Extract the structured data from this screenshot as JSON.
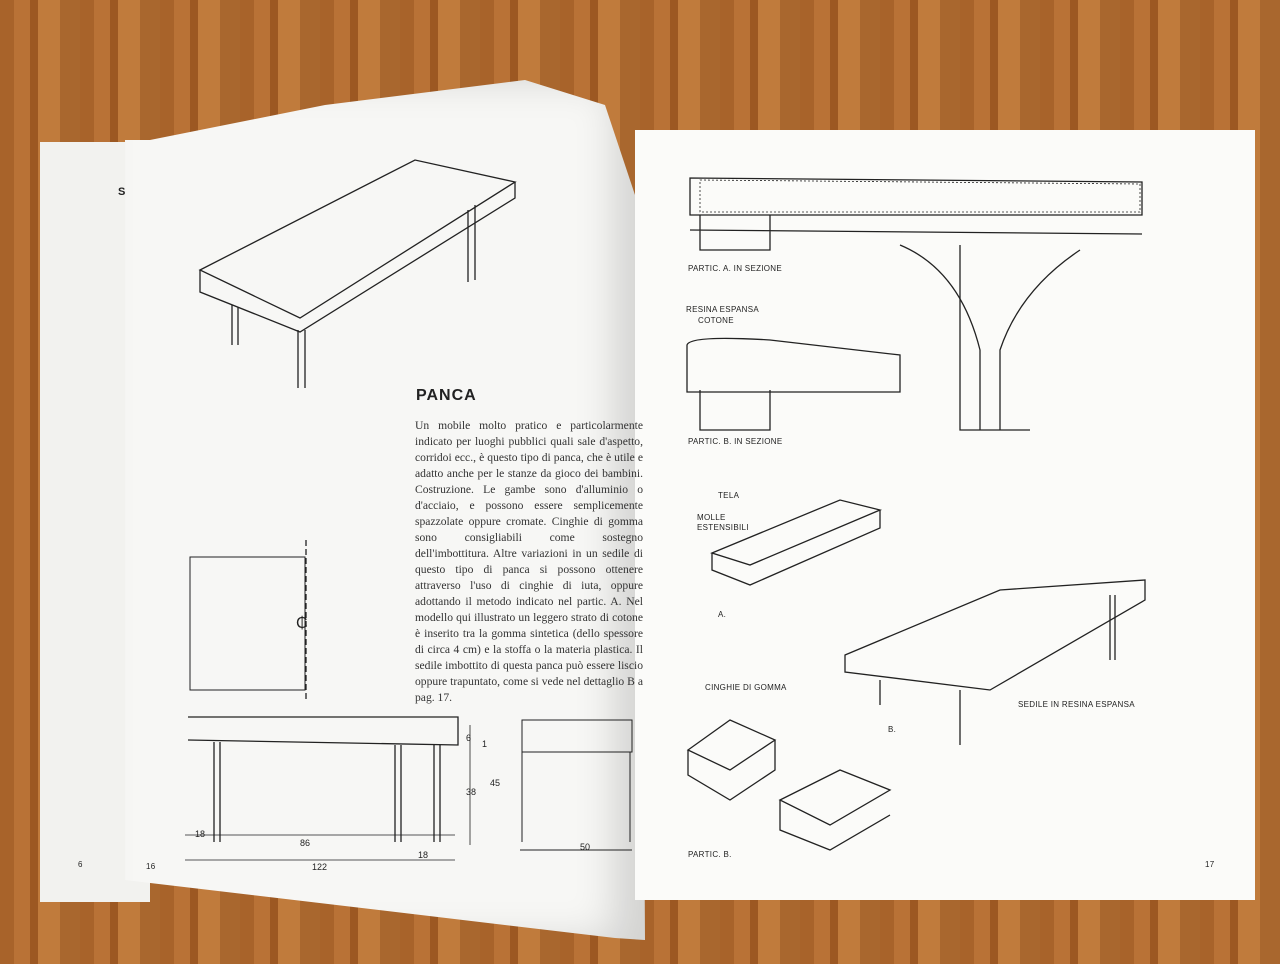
{
  "left_page": {
    "edge_fragment": "SO",
    "back_page_number": "6",
    "page_number": "16",
    "title": "PANCA",
    "body": "Un mobile molto pratico e particolarmente indicato per luoghi pubblici quali sale d'aspetto, corridoi ecc., è questo tipo di panca, che è utile e adatto anche per le stanze da gioco dei bambini. Costruzione. Le gambe sono d'alluminio o d'acciaio, e possono essere semplicemente spazzolate oppure cromate. Cinghie di gomma sono consigliabili come sostegno dell'imbottitura. Altre variazioni in un sedile di questo tipo di panca si possono ottenere attraverso l'uso di cinghie di iuta, oppure adottando il metodo indicato nel partic. A. Nel modello qui illustrato un leggero strato di cotone è inserito tra la gomma sintetica (dello spessore di circa 4 cm) e la stoffa o la materia plastica. Il sedile imbottito di questa panca può essere liscio oppure trapuntato, come si vede nel dettaglio B a pag. 17.",
    "centerline_symbol": "₵",
    "dimensions": {
      "d6": "6",
      "d1": "1",
      "d45": "45",
      "d38": "38",
      "d18a": "18",
      "d86": "86",
      "d18b": "18",
      "d122": "122",
      "d50": "50"
    }
  },
  "right_page": {
    "page_number": "17",
    "labels": {
      "partic_a_sezione": "PARTIC. A. IN SEZIONE",
      "resina": "RESINA ESPANSA",
      "cotone": "COTONE",
      "partic_b_sezione": "PARTIC. B. IN SEZIONE",
      "tela": "TELA",
      "molle": "MOLLE",
      "estensibili": "ESTENSIBILI",
      "a": "A.",
      "cinghie": "CINGHIE DI GOMMA",
      "sedile": "SEDILE IN RESINA ESPANSA",
      "b": "B.",
      "partic_b": "PARTIC. B."
    }
  }
}
